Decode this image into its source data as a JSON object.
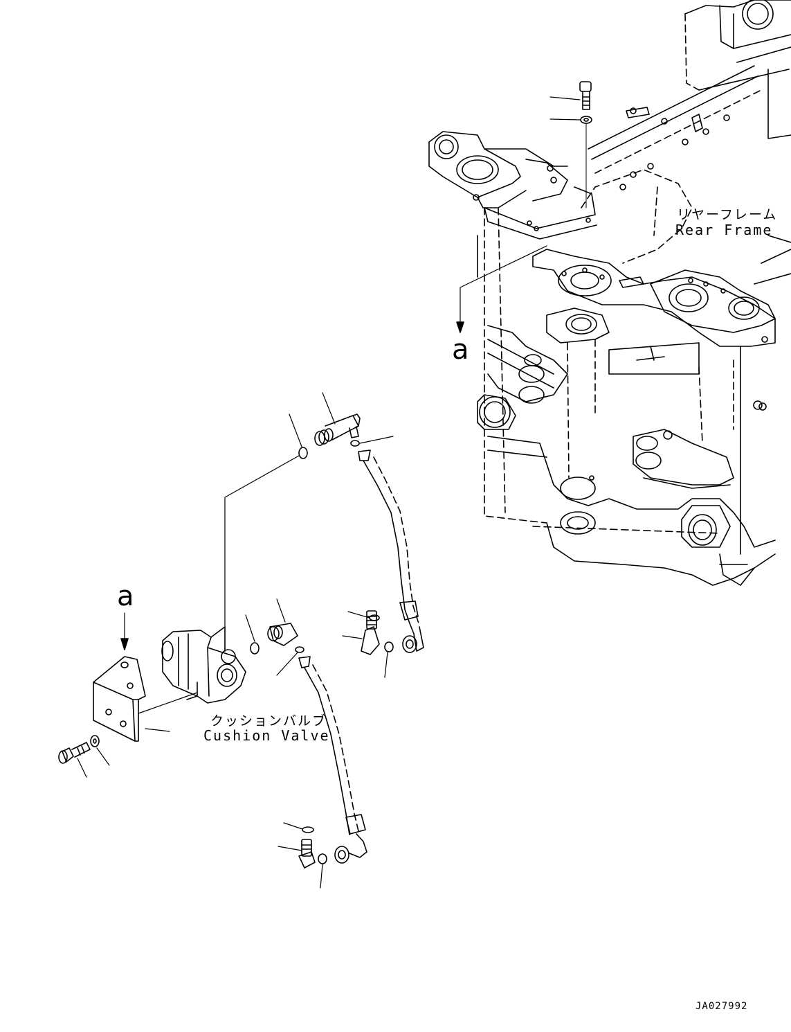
{
  "labels": {
    "rear_frame_jp": "リヤーフレーム",
    "rear_frame_en": "Rear Frame",
    "cushion_valve_jp": "クッションバルブ",
    "cushion_valve_en": "Cushion Valve",
    "view_marker_top": "a",
    "view_marker_bottom": "a",
    "drawing_code": "JA027992"
  },
  "colors": {
    "line": "#000000",
    "background": "#ffffff"
  }
}
